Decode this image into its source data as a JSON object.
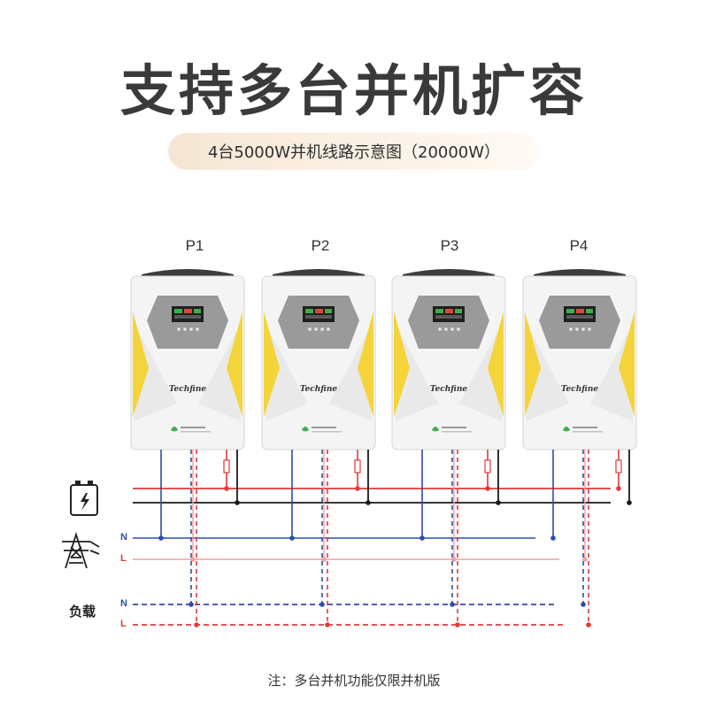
{
  "title": "支持多台并机扩容",
  "subtitle": "4台5000W并机线路示意图（20000W）",
  "units": [
    {
      "label": "P1",
      "brand": "Techfine"
    },
    {
      "label": "P2",
      "brand": "Techfine"
    },
    {
      "label": "P3",
      "brand": "Techfine"
    },
    {
      "label": "P4",
      "brand": "Techfine"
    }
  ],
  "grid_wires": {
    "n_label": "N",
    "l_label": "L"
  },
  "load": {
    "label": "负载",
    "n_label": "N",
    "l_label": "L"
  },
  "icons": {
    "battery": "battery-icon",
    "grid": "power-tower-icon"
  },
  "colors": {
    "positive": "#e03a3a",
    "negative": "#1a1a1a",
    "neutral": "#2c4da8",
    "line": "#f2a0a0",
    "accent_yellow": "#f3d43a"
  },
  "note": "注：多台并机功能仅限并机版"
}
